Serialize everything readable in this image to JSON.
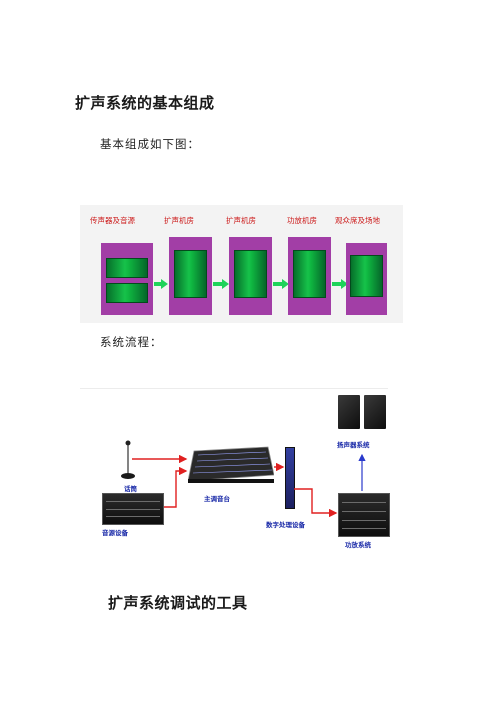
{
  "doc": {
    "heading1": "扩声系统的基本组成",
    "para1": "基本组成如下图：",
    "para2": "系统流程：",
    "heading2": "扩声系统调试的工具"
  },
  "diagram1": {
    "stage_labels": [
      "传声器及音源",
      "扩声机房",
      "扩声机房",
      "功放机房",
      "观众席及场地"
    ],
    "box_labels": [
      "",
      "",
      "",
      "",
      ""
    ],
    "arrow_color": "#1fd35a",
    "panel_color": "#a23ea6",
    "box_color": "#16c24a"
  },
  "diagram2": {
    "labels": {
      "speakers": "扬声器系统",
      "mic": "话筒",
      "console": "主调音台",
      "source": "音源设备",
      "dsp": "数字处理设备",
      "amp": "功放系统"
    },
    "line_color": "#e02020",
    "arrow_color": "#2a3acc"
  }
}
